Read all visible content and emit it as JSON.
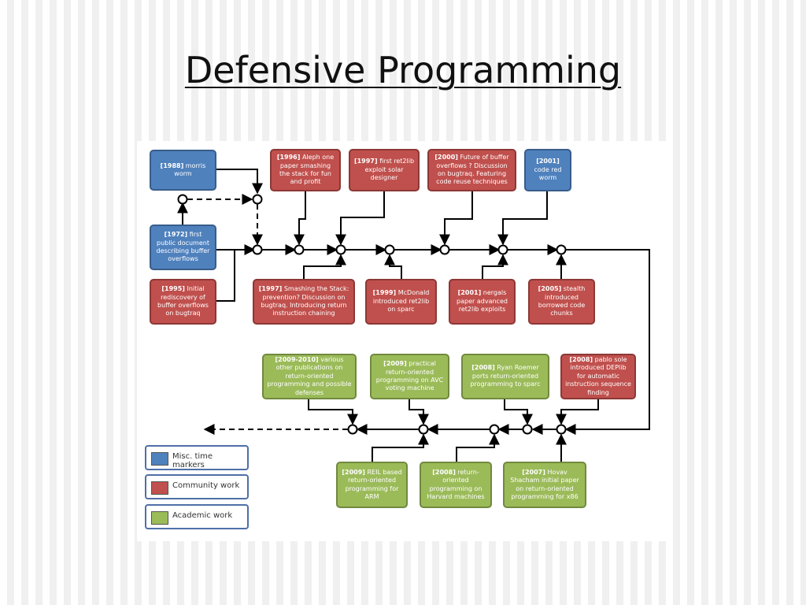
{
  "title": "Defensive Programming",
  "boxes": {
    "b1988": {
      "year": "[1988]",
      "text": " morris worm",
      "category": "misc"
    },
    "b1972": {
      "year": "[1972]",
      "text": " first public document describing buffer overflows",
      "category": "misc"
    },
    "b1995": {
      "year": "[1995]",
      "text": " Initial rediscovery of buffer overflows on bugtraq",
      "category": "community"
    },
    "b1996": {
      "year": "[1996]",
      "text": " Aleph one paper smashing the stack for fun and profit",
      "category": "community"
    },
    "b1997a": {
      "year": "[1997]",
      "text": " first ret2lib exploit solar designer",
      "category": "community"
    },
    "b2000": {
      "year": "[2000]",
      "text": " Future of buffer overflows ? Discussion on bugtraq.  Featuring code reuse techniques",
      "category": "community"
    },
    "b2001a": {
      "year": "[2001]",
      "text": " code red worm",
      "category": "misc"
    },
    "b1997b": {
      "year": "[1997]",
      "text": " Smashing the Stack: prevention? Discussion on bugtraq.  Introducing return instruction chaining",
      "category": "community"
    },
    "b1999": {
      "year": "[1999]",
      "text": " McDonald introduced ret2lib on  sparc",
      "category": "community"
    },
    "b2001b": {
      "year": "[2001]",
      "text": " nergals paper advanced ret2lib exploits",
      "category": "community"
    },
    "b2005": {
      "year": "[2005]",
      "text": " stealth introduced borrowed code chunks",
      "category": "community"
    },
    "b2009_2010": {
      "year": "[2009-2010]",
      "text": " various other publications on return-oriented programming and possible defenses",
      "category": "academic"
    },
    "b2009a": {
      "year": "[2009]",
      "text": " practical return-oriented programming on AVC voting machine",
      "category": "academic"
    },
    "b2008a": {
      "year": "[2008]",
      "text": " Ryan Roemer ports return-oriented programming to sparc",
      "category": "academic"
    },
    "b2008b": {
      "year": "[2008]",
      "text": " pablo sole introduced DEPlib for automatic instruction sequence finding",
      "category": "community"
    },
    "b2009b": {
      "year": "[2009]",
      "text": " REIL based return-oriented programming for ARM",
      "category": "academic"
    },
    "b2008c": {
      "year": "[2008]",
      "text": " return-oriented programming on Harvard machines",
      "category": "academic"
    },
    "b2007": {
      "year": "[2007]",
      "text": " Hovav Shacham initial paper on return-oriented programming for x86",
      "category": "academic"
    }
  },
  "legend": [
    {
      "label": "Misc. time markers",
      "color": "#4f81bd"
    },
    {
      "label": "Community work",
      "color": "#c0504d"
    },
    {
      "label": "Academic work",
      "color": "#9bbb59"
    }
  ],
  "colors": {
    "misc": "#4f81bd",
    "community": "#c0504d",
    "academic": "#9bbb59"
  }
}
